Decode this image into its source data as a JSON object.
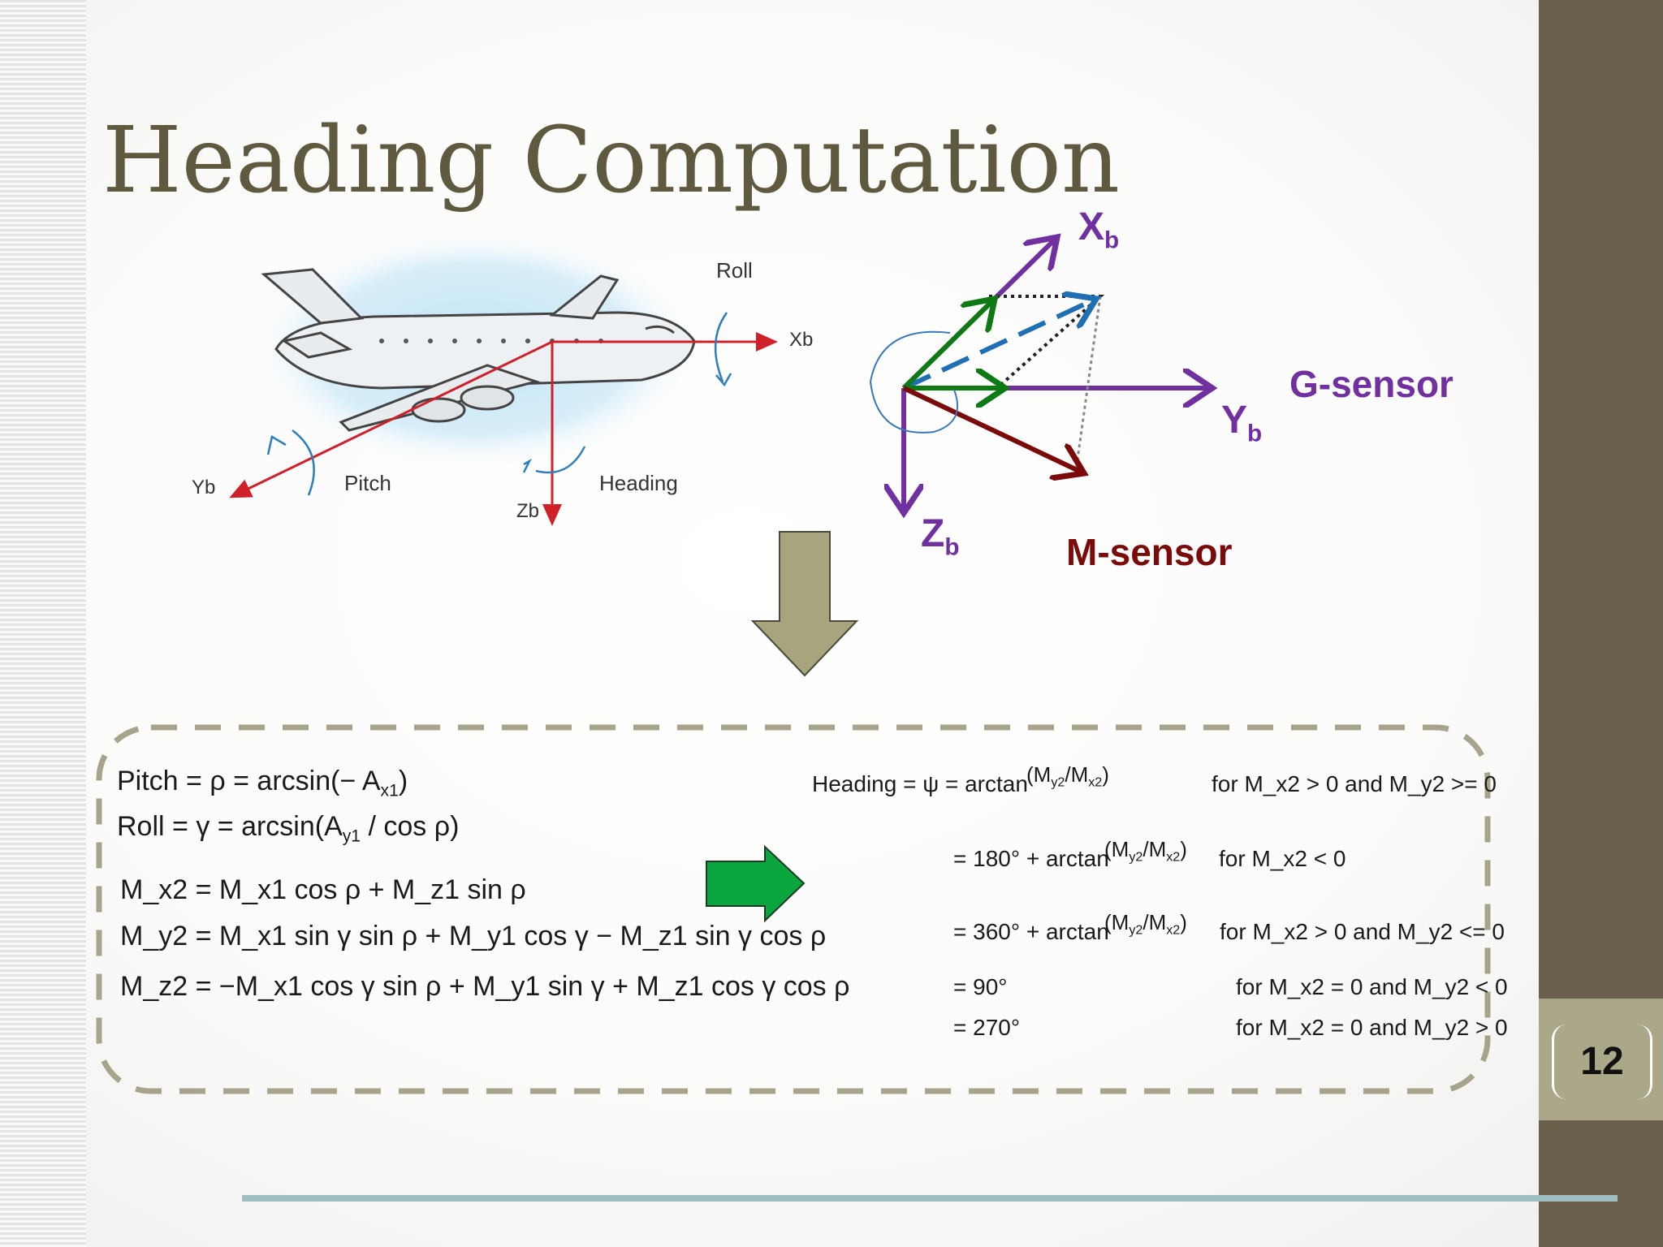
{
  "slide": {
    "title": "Heading Computation",
    "page_number": "12"
  },
  "airplane_diagram": {
    "label_roll": "Roll",
    "label_pitch": "Pitch",
    "label_heading": "Heading",
    "label_xb": "Xb",
    "label_yb": "Yb",
    "label_zb": "Zb"
  },
  "sensor_diagram": {
    "label_xb_main": "X",
    "label_xb_sub": "b",
    "label_yb_main": "Y",
    "label_yb_sub": "b",
    "label_zb_main": "Z",
    "label_zb_sub": "b",
    "g_sensor": "G-sensor",
    "m_sensor": "M-sensor",
    "colors": {
      "axes": "#7030a0",
      "g_vector": "#0d7a14",
      "m_vector": "#7b0a0a",
      "dashed": "#1f6fb5"
    }
  },
  "equations_left": {
    "pitch": {
      "lhs": "Pitch = ρ = arcsin(− A",
      "sub": "x1",
      "rhs": ")"
    },
    "roll": {
      "lhs": "Roll = γ = arcsin(A",
      "sub": "y1",
      "rhs": " / cos ρ)"
    },
    "mx2": "M_x2 = M_x1 cos ρ + M_z1 sin ρ",
    "my2": "M_y2 = M_x1 sin γ sin ρ + M_y1 cos γ − M_z1 sin γ cos ρ",
    "mz2": "M_z2 = −M_x1 cos γ sin ρ + M_y1 sin γ + M_z1 cos γ cos ρ"
  },
  "equations_right": {
    "heading_lhs": "Heading = ψ = arctan",
    "row1_cond": "for M_x2 > 0 and M_y2 >= 0",
    "row2_lhs": "= 180° + arctan",
    "row2_cond": "for M_x2 < 0",
    "row3_lhs": "= 360° + arctan",
    "row3_cond": "for M_x2 > 0 and M_y2 <= 0",
    "row4_lhs": "= 90°",
    "row4_cond": "for M_x2 = 0 and M_y2 < 0",
    "row5_lhs": "= 270°",
    "row5_cond": "for M_x2 = 0 and M_y2 > 0"
  },
  "arrows": {
    "down_arrow_color": "#a7a47e",
    "right_arrow_color": "#0aa53f"
  }
}
